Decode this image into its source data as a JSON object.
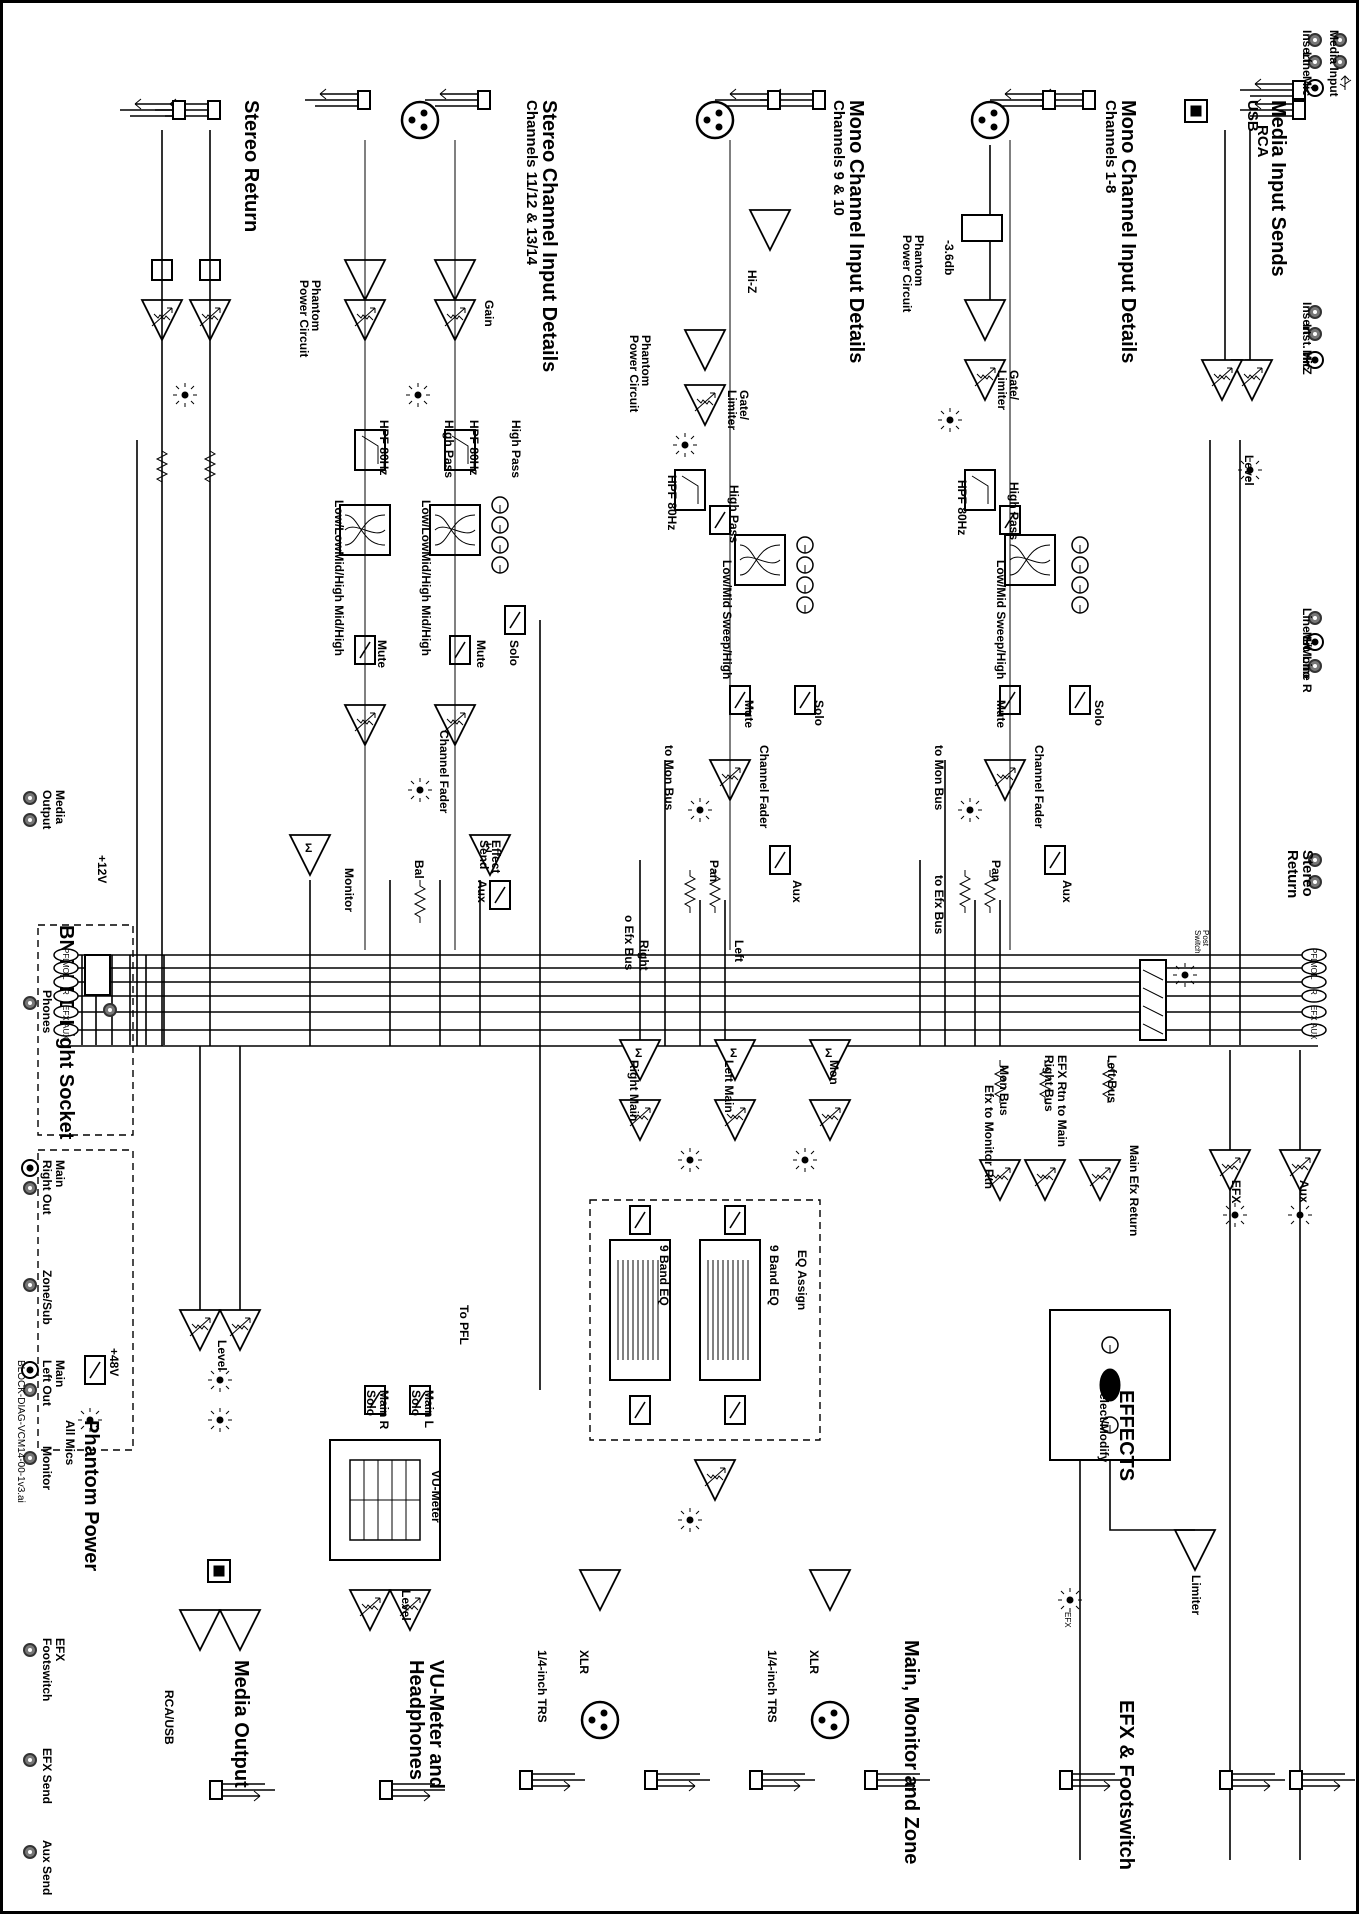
{
  "sections": {
    "media_input_sends": "Media Input Sends",
    "mono_1_8": "Mono Channel Input Details",
    "mono_1_8_sub": "Channels 1-8",
    "mono_9_10": "Mono Channel Input Details",
    "mono_9_10_sub": "Channels 9 & 10",
    "stereo_11_14": "Stereo Channel Input Details",
    "stereo_11_14_sub": "Channels 11/12 & 13/14",
    "stereo_return": "Stereo Return",
    "efx_footswitch": "EFX & Footswitch",
    "main_monitor_zone": "Main, Monitor and Zone",
    "effects": "EFFECTS",
    "vu_headphones": "VU-Meter and",
    "vu_headphones_2": "Headphones",
    "media_output": "Media Output",
    "bnc": "BNC LED Light Socket",
    "phantom": "Phantom Power",
    "phantom_sub": "All Mics"
  },
  "connectors": {
    "media_input": "Media Input",
    "insert_1": "Insert",
    "line_1": "Line",
    "mic_1": "Mic",
    "insert_2": "Insert",
    "inst_hiz": "Inst. Hi/Z",
    "mic_2": "Mic",
    "line_l_mono": "Line L/Mono",
    "mic_3": "Mic",
    "line_r": "Line R",
    "stereo_return": "Stereo",
    "stereo_return_2": "Return",
    "aux_send": "Aux Send",
    "efx_send": "EFX Send",
    "efx_footswitch": "EFX",
    "efx_footswitch_2": "Footswitch",
    "monitor": "Monitor",
    "main_left_out": "Main",
    "main_left_out_2": "Left Out",
    "zone_sub": "Zone/Sub",
    "main_right_out": "Main",
    "main_right_out_2": "Right Out",
    "phones": "Phones",
    "media_output": "Media",
    "media_output_2": "Output"
  },
  "blocks": {
    "usb": "USB",
    "rca": "RCA",
    "level": "Level",
    "phantom_power_circuit": "Phantom",
    "phantom_power_circuit_2": "Power Circuit",
    "pad": "-3.6db",
    "gate_limiter": "Gate/",
    "gate_limiter_2": "Limiter",
    "high_pass": "High Pass",
    "hpf": "HPF 80Hz",
    "eq_sweep": "Low/Mid Sweep/High",
    "eq_stereo": "Low/LowMid/High Mid/High",
    "mute": "Mute",
    "solo": "Solo",
    "channel_fader": "Channel Fader",
    "to_mon_bus": "to Mon Bus",
    "to_efx_bus": "to Efx Bus",
    "pan": "Pan",
    "bal": "Bal",
    "aux": "Aux",
    "gain": "Gain",
    "hiz": "Hi-Z",
    "monitor": "Monitor",
    "effect_send": "Effect",
    "effect_send_2": "Send",
    "post_fader_efx": "o Efx Bus",
    "left": "Left",
    "right": "Right",
    "left_main": "Left Main",
    "right_main": "Right Main",
    "mon": "Mon",
    "mon_bus": "Mon Bus",
    "right_bus": "Right Bus",
    "left_bus": "Left Bus",
    "efx_rtn_to_main": "EFX Rtn to Main",
    "efx_to_monitor_rtn": "Efx to Monitor Rtn",
    "main_efx_return": "Main Efx Return",
    "efx": "EFX",
    "aux_master": "Aux",
    "limiter": "Limiter",
    "eq_assign": "EQ Assign",
    "nine_band_eq": "9 Band EQ",
    "select_modify": "Select/Modify",
    "to_pfl": "To PFL",
    "main_l": "Main L",
    "main_r": "Main R",
    "vu_meter": "VU-Meter",
    "xlr": "XLR",
    "trs": "1/4-inch TRS",
    "rca_usb": "RCA/USB",
    "plus12": "+12V",
    "plus48": "+48V",
    "footswitch_led": "EFX",
    "post_switch": "Post",
    "post_switch_2": "Switch"
  },
  "bus_labels": [
    "PFL",
    "MON",
    "L",
    "R",
    "EFX",
    "AUX"
  ],
  "footer_code": "BLOCK-DIAG-VCM14-00-1v3.ai"
}
